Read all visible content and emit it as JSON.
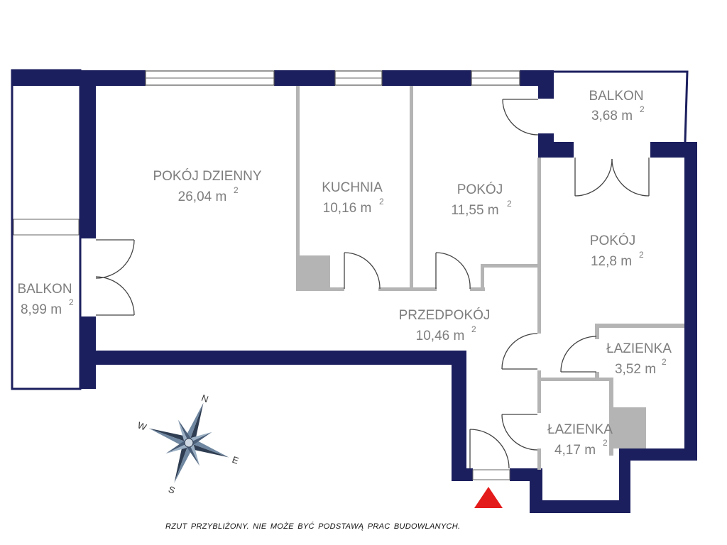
{
  "rooms": {
    "pokoj_dzienny": {
      "name": "POKÓJ DZIENNY",
      "area": "26,04 m",
      "sup": "2"
    },
    "kuchnia": {
      "name": "KUCHNIA",
      "area": "10,16 m",
      "sup": "2"
    },
    "pokoj_1": {
      "name": "POKÓJ",
      "area": "11,55 m",
      "sup": "2"
    },
    "balkon_ne": {
      "name": "BALKON",
      "area": "3,68 m",
      "sup": "2"
    },
    "pokoj_2": {
      "name": "POKÓJ",
      "area": "12,8 m",
      "sup": "2"
    },
    "balkon_w": {
      "name": "BALKON",
      "area": "8,99 m",
      "sup": "2"
    },
    "przedpokoj": {
      "name": "PRZEDPOKÓJ",
      "area": "10,46 m",
      "sup": "2"
    },
    "lazienka_1": {
      "name": "ŁAZIENKA",
      "area": "3,52 m",
      "sup": "2"
    },
    "lazienka_2": {
      "name": "ŁAZIENKA",
      "area": "4,17 m",
      "sup": "2"
    }
  },
  "compass": {
    "n": "N",
    "e": "E",
    "s": "S",
    "w": "W"
  },
  "colors": {
    "walls": "#1c1f5e",
    "interior_walls": "#b4b4b4",
    "labels": "#7e7e7e",
    "entrance_marker": "#e41b1b"
  },
  "note": "RZUT PRZYBLIŻONY. NIE MOŻE BYĆ PODSTAWĄ PRAC BUDOWLANYCH."
}
